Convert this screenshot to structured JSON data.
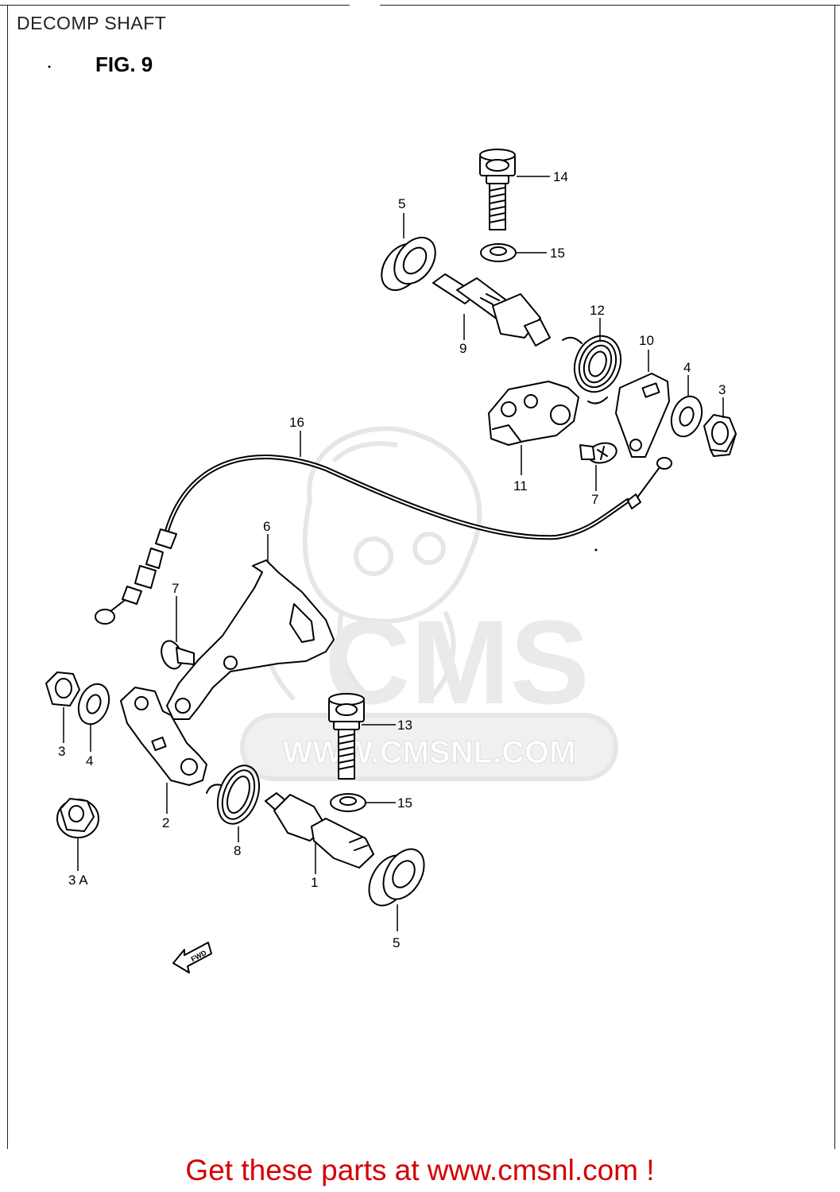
{
  "page_title": "DECOMP SHAFT",
  "figure_label": "FIG. 9",
  "watermark": {
    "brand": "CMS",
    "url": "WWW.CMSNL.COM",
    "color": "#e6e6e6"
  },
  "footer": {
    "text": "Get these parts at www.cmsnl.com !",
    "color": "#d40000"
  },
  "callouts": [
    "14",
    "5",
    "15",
    "12",
    "9",
    "10",
    "4",
    "3",
    "16",
    "11",
    "7",
    "6",
    "7",
    "13",
    "3",
    "4",
    "15",
    "2",
    "8",
    "1",
    "3 A",
    "5"
  ],
  "fwd_label": "FWD"
}
